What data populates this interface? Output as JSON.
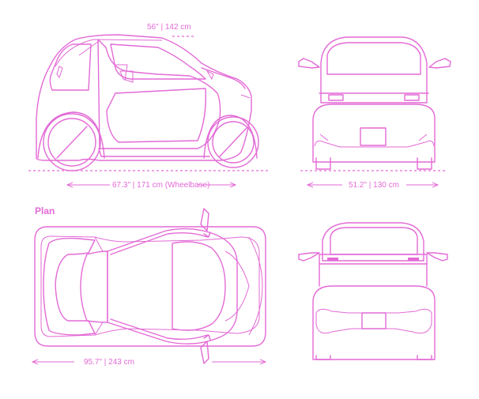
{
  "style": {
    "line_color": "#e36ad6"
  },
  "labels": {
    "height": "56\" | 142 cm",
    "wheelbase": "67.3\" | 171 cm (Wheelbase)",
    "width": "51.2\" | 130 cm",
    "length": "95.7\" | 243 cm",
    "plan_title": "Plan"
  }
}
